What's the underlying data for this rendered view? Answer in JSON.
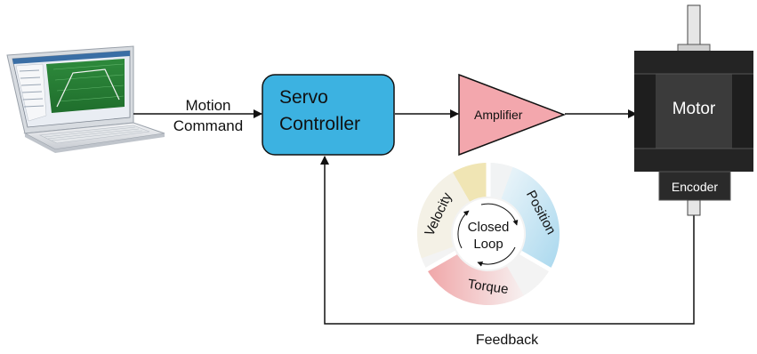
{
  "diagram": {
    "motion_command": {
      "line1": "Motion",
      "line2": "Command"
    },
    "servo_controller": {
      "line1": "Servo",
      "line2": "Controller"
    },
    "amplifier": "Amplifier",
    "motor": "Motor",
    "encoder": "Encoder",
    "feedback": "Feedback",
    "loop": {
      "center_line1": "Closed",
      "center_line2": "Loop",
      "segments": [
        "Velocity",
        "Position",
        "Torque"
      ]
    }
  },
  "colors": {
    "controller_fill": "#3cb2e1",
    "amplifier_fill": "#f3a7ad",
    "motor_body": "#2f2f2f",
    "velocity_tint": "#efe2a8",
    "position_tint": "#a9d8ee",
    "torque_tint": "#f0a6a8"
  }
}
